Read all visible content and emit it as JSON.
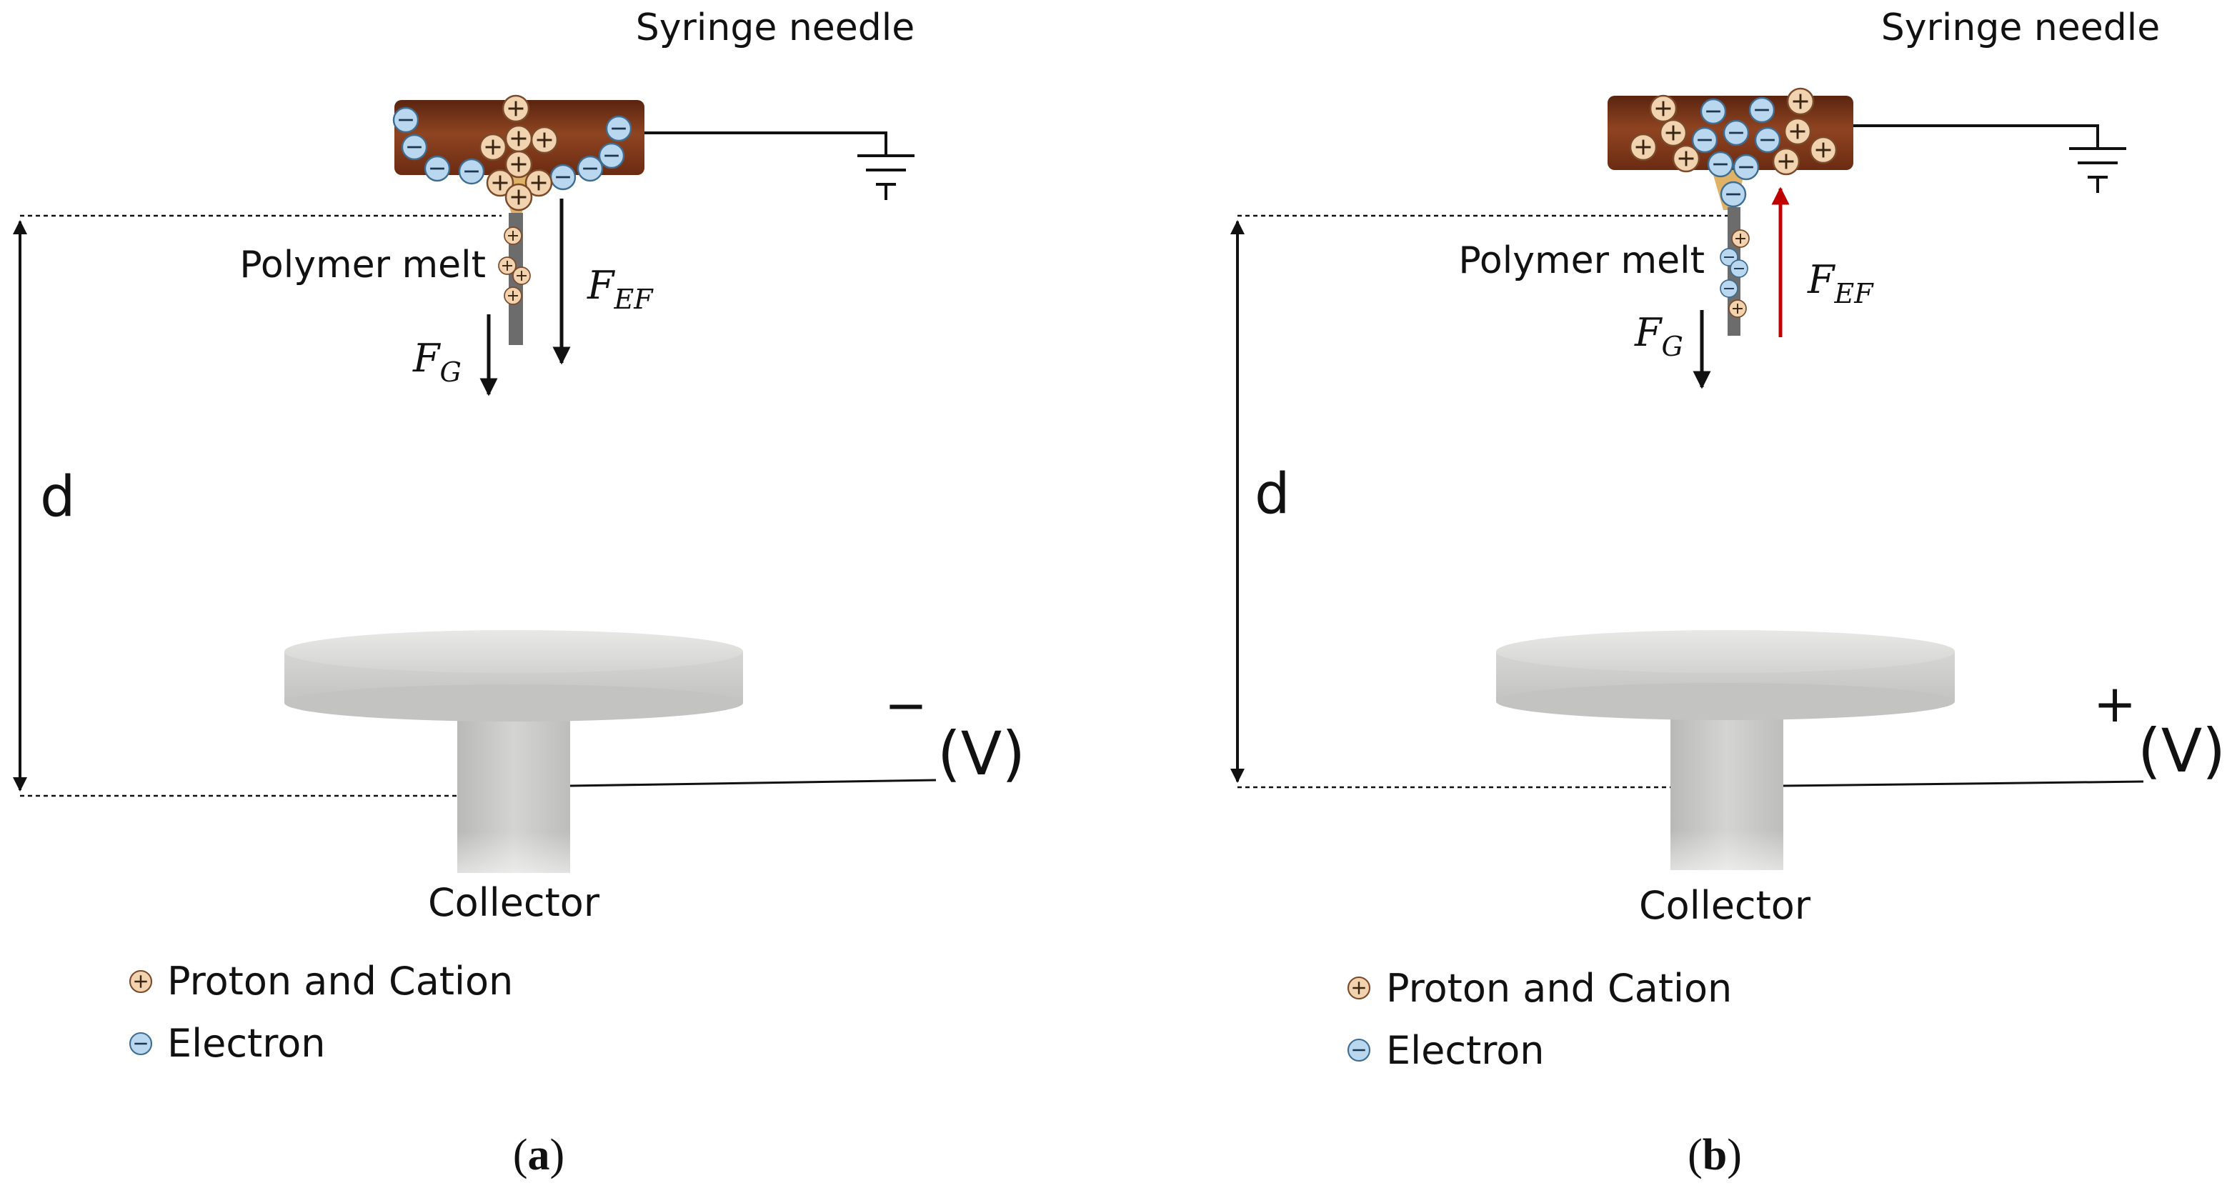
{
  "panels": [
    {
      "id": "a",
      "needle_label": "Syringe needle",
      "melt_label": "Polymer melt",
      "force_gravity": {
        "main": "F",
        "sub": "G"
      },
      "force_field": {
        "main": "F",
        "sub": "EF",
        "direction": "down",
        "color": "#111111"
      },
      "distance_label": "d",
      "voltage_sign": "−",
      "voltage_label": "(V)",
      "collector_label": "Collector",
      "legend": [
        {
          "symbol": "plus",
          "label": "Proton and Cation"
        },
        {
          "symbol": "minus",
          "label": "Electron"
        }
      ],
      "caption": {
        "open": "(",
        "letter": "a",
        "close": ")"
      }
    },
    {
      "id": "b",
      "needle_label": "Syringe needle",
      "melt_label": "Polymer melt",
      "force_gravity": {
        "main": "F",
        "sub": "G"
      },
      "force_field": {
        "main": "F",
        "sub": "EF",
        "direction": "up",
        "color": "#c00000"
      },
      "distance_label": "d",
      "voltage_sign": "+",
      "voltage_label": "(V)",
      "collector_label": "Collector",
      "legend": [
        {
          "symbol": "plus",
          "label": "Proton and Cation"
        },
        {
          "symbol": "minus",
          "label": "Electron"
        }
      ],
      "caption": {
        "open": "(",
        "letter": "b",
        "close": ")"
      }
    }
  ],
  "colors": {
    "needle_body": "#7a3518",
    "proton_fill": "#f2d3b0",
    "proton_stroke": "#7a4a2a",
    "electron_fill": "#b9d7ee",
    "electron_stroke": "#3f6d91",
    "collector": "#d2d2d0",
    "line": "#111111"
  }
}
